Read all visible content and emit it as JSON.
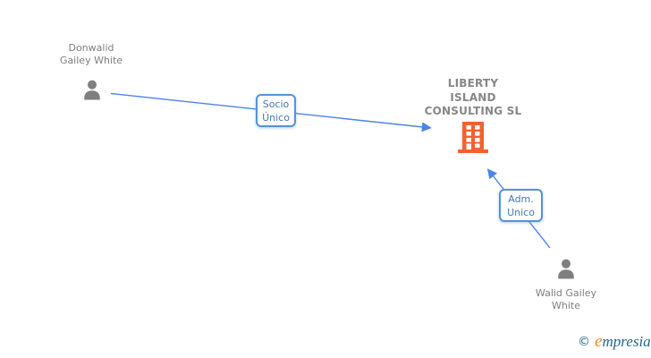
{
  "canvas": {
    "background": "#FFFFFF"
  },
  "diagram": {
    "persons": [
      {
        "name": "Donwalid Gailey White",
        "lines": [
          "Donwalid",
          "Gailey White"
        ]
      },
      {
        "name": "Walid Gailey White",
        "lines": [
          "Walid Gailey",
          "White"
        ]
      }
    ],
    "company": {
      "name": "LIBERTY ISLAND CONSULTING SL",
      "lines": [
        "LIBERTY",
        "ISLAND",
        "CONSULTING SL"
      ]
    },
    "relations": [
      {
        "label": "Socio Único",
        "lines": [
          "Socio",
          "Único"
        ],
        "from": "Donwalid Gailey White",
        "to": "LIBERTY ISLAND CONSULTING SL"
      },
      {
        "label": "Adm. Unico",
        "lines": [
          "Adm.",
          "Unico"
        ],
        "from": "Walid Gailey White",
        "to": "LIBERTY ISLAND CONSULTING SL"
      }
    ],
    "icons": {
      "person": "person-silhouette",
      "company": "office-building"
    },
    "colors": {
      "arrow": "#4a84e8",
      "relation_box_border": "#5592d9",
      "relation_box_text": "#4477bb",
      "person_icon": "#7f7f7f",
      "person_name_text": "#7e7e7e",
      "company_name_text": "#878787",
      "building_icon": "#f4612e",
      "background": "#ffffff"
    }
  },
  "footer": {
    "copyright_symbol": "©",
    "brand": "empresia",
    "brand_initial": "e",
    "brand_rest": "mpresia",
    "brand_color": "#24648e",
    "brand_accent_color": "#f08a1d"
  }
}
